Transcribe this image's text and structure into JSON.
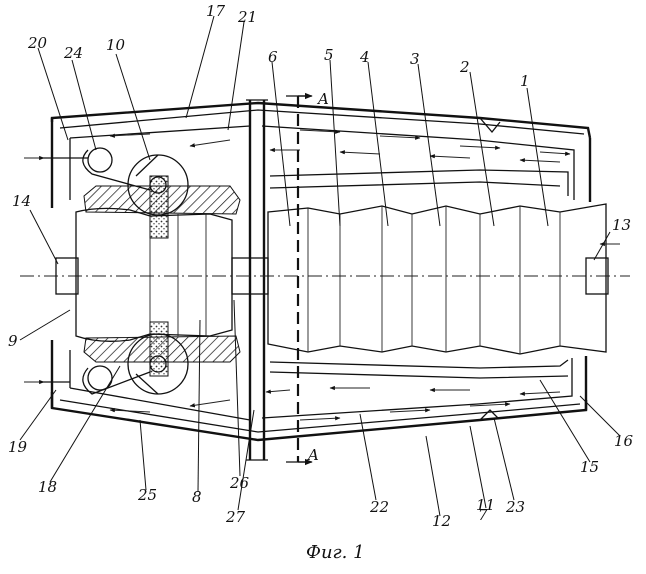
{
  "figure": {
    "caption": "Фиг. 1",
    "section_marker": "A",
    "labels": {
      "n1": "1",
      "n2": "2",
      "n3": "3",
      "n4": "4",
      "n5": "5",
      "n6": "6",
      "n7": "7",
      "n8": "8",
      "n9": "9",
      "n10": "10",
      "n11": "11",
      "n12": "12",
      "n13": "13",
      "n14": "14",
      "n15": "15",
      "n16": "16",
      "n17": "17",
      "n18": "18",
      "n19": "19",
      "n20": "20",
      "n21": "21",
      "n22": "22",
      "n23": "23",
      "n24": "24",
      "n25": "25",
      "n26": "26",
      "n27": "27"
    }
  }
}
